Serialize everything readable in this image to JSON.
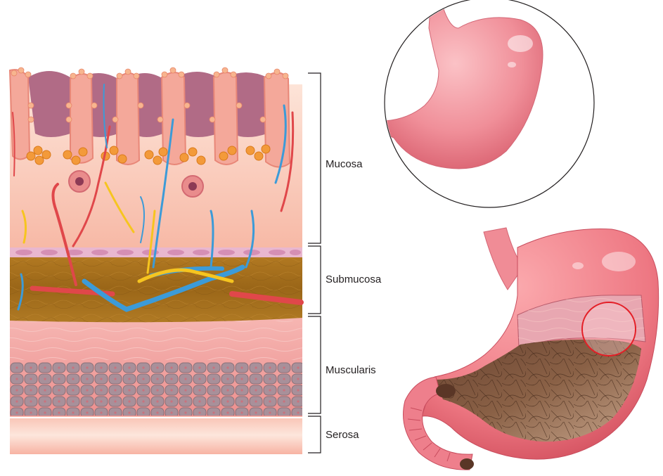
{
  "layers": [
    {
      "id": "mucosa",
      "label": "Mucosa"
    },
    {
      "id": "submucosa",
      "label": "Submucosa"
    },
    {
      "id": "muscularis",
      "label": "Muscularis"
    },
    {
      "id": "serosa",
      "label": "Serosa"
    }
  ],
  "colors": {
    "mucosa_pink": "#f6b8a6",
    "villi_pink": "#f1a092",
    "gland_orange": "#f39a3a",
    "crypt_purple": "#b06a86",
    "submucosa_brown": "#a9701e",
    "muscle_pink": "#f2a3a0",
    "muscle_cells": "#a58d8e",
    "serosa_pink": "#fbd1c5",
    "artery_red": "#e0474a",
    "vein_blue": "#3c9bd8",
    "nerve_yellow": "#f6c51f",
    "stomach_pink": "#ee7f8c",
    "stomach_inner": "#6e4a36",
    "highlight_ring": "#e41e26"
  }
}
